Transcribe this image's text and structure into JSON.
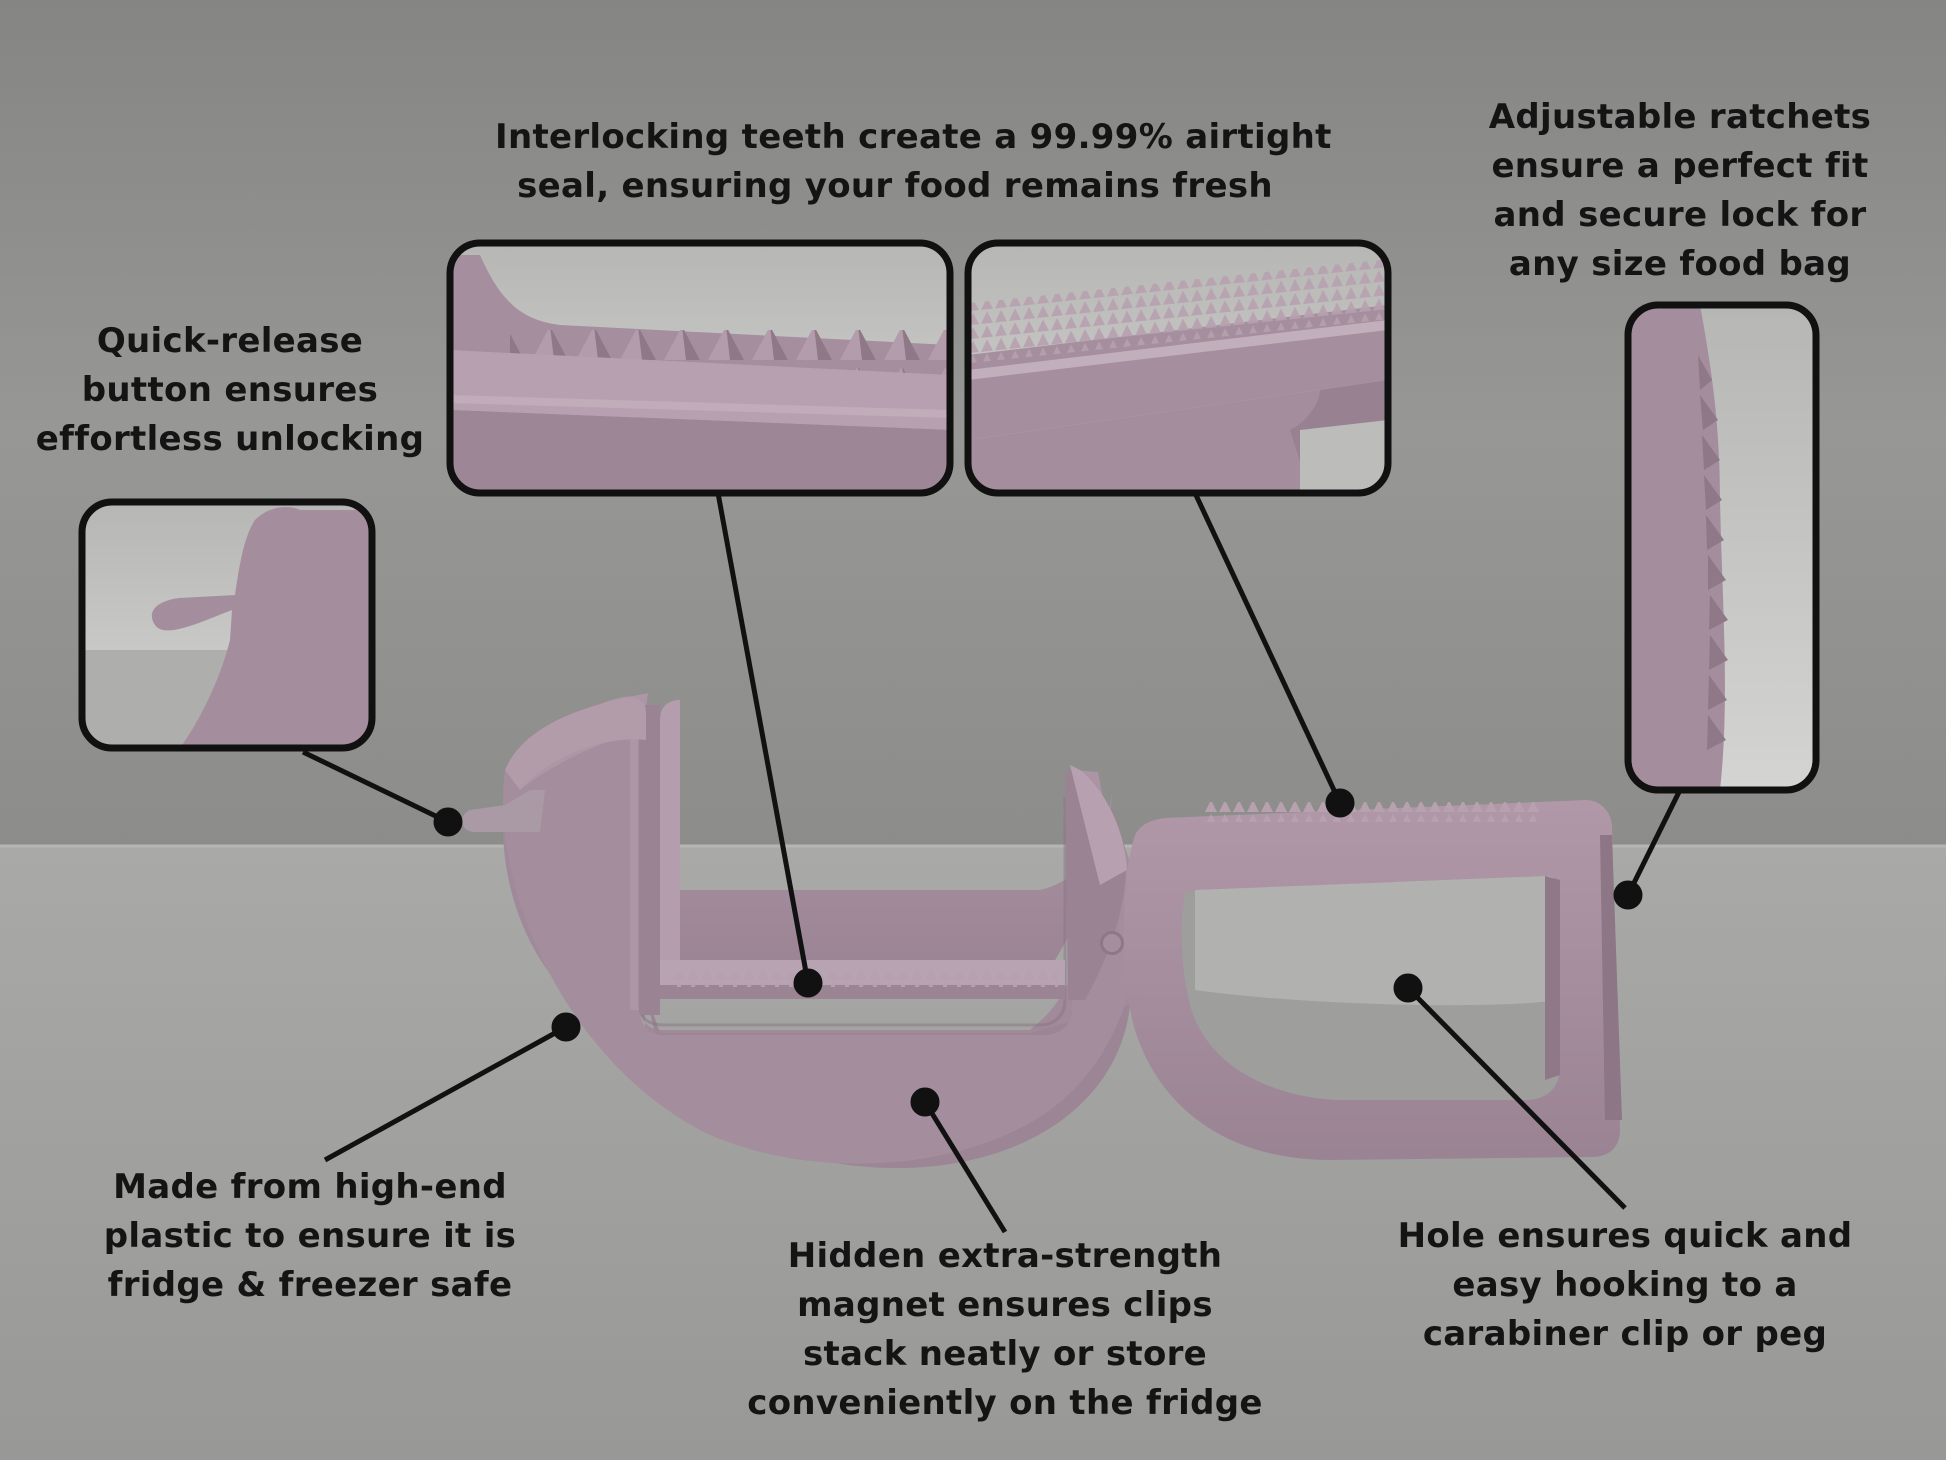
{
  "colors": {
    "wall": "#8f8f8d",
    "floor": "#a2a2a0",
    "clip": "#a48d9d",
    "clip_shadow": "#7f6a79",
    "callout_border": "#111111",
    "text": "#141414"
  },
  "callouts": {
    "teeth": {
      "lines": [
        "Interlocking teeth create a 99.99% airtight",
        "seal, ensuring your food remains fresh"
      ]
    },
    "ratchets": {
      "lines": [
        "Adjustable ratchets",
        "ensure a perfect fit",
        "and secure lock for",
        "any size food bag"
      ]
    },
    "quick_release": {
      "lines": [
        "Quick-release",
        "button ensures",
        "effortless unlocking"
      ]
    },
    "plastic": {
      "lines": [
        "Made from high-end",
        "plastic to ensure it is",
        "fridge & freezer safe"
      ]
    },
    "magnet": {
      "lines": [
        "Hidden extra-strength",
        "magnet ensures clips",
        "stack neatly or store",
        "conveniently on the fridge"
      ]
    },
    "hole": {
      "lines": [
        "Hole ensures quick and",
        "easy hooking to a",
        "carabiner clip or peg"
      ]
    }
  }
}
